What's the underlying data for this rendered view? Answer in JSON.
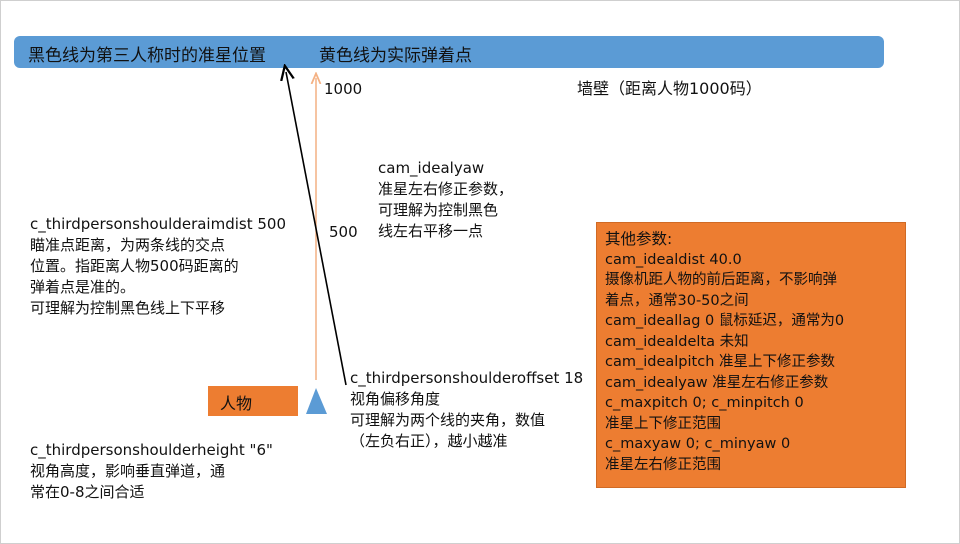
{
  "wall_bar": {
    "left_text": "黑色线为第三人称时的准星位置",
    "right_text": "黄色线为实际弹着点"
  },
  "scale": {
    "top": "1000",
    "mid": "500"
  },
  "wall_label": "墙壁（距离人物1000码）",
  "cam_idealyaw_note": [
    "cam_idealyaw",
    "准星左右修正参数，",
    "可理解为控制黑色",
    "线左右平移一点"
  ],
  "aimdist_note": [
    "c_thirdpersonshoulderaimdist 500",
    "瞄准点距离，为两条线的交点",
    "位置。指距离人物500码距离的",
    "弹着点是准的。",
    "可理解为控制黑色线上下平移"
  ],
  "offset_note": [
    "c_thirdpersonshoulderoffset 18",
    "视角偏移角度",
    "可理解为两个线的夹角，数值",
    "（左负右正），越小越准"
  ],
  "height_note": [
    "c_thirdpersonshoulderheight \"6\"",
    "视角高度，影响垂直弹道，通",
    "常在0-8之间合适"
  ],
  "person_label": "人物",
  "other_params": {
    "title": "其他参数:",
    "lines": [
      "cam_idealdist 40.0",
      " 摄像机距人物的前后距离，不影响弹",
      "着点，通常30-50之间",
      "cam_ideallag 0 鼠标延迟，通常为0",
      "cam_idealdelta 未知",
      "cam_idealpitch 准星上下修正参数",
      "cam_idealyaw 准星左右修正参数",
      "c_maxpitch 0; c_minpitch 0",
      "准星上下修正范围",
      "c_maxyaw 0; c_minyaw 0",
      " 准星左右修正范围"
    ]
  },
  "colors": {
    "wall": "#5b9bd5",
    "panel": "#ed7d31",
    "orange_line": "#f4b183",
    "black_line": "#000000",
    "triangle": "#5b9bd5"
  }
}
